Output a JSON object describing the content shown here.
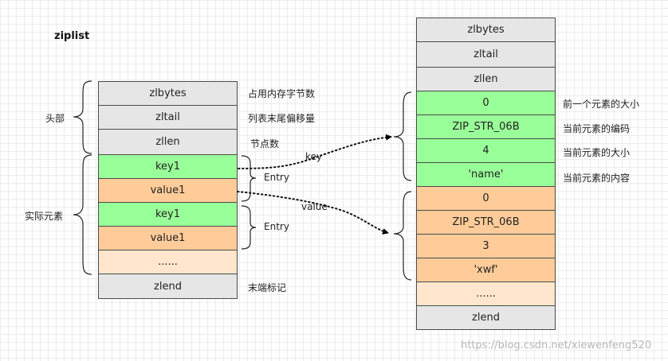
{
  "title": "ziplist",
  "left_block": {
    "cells": [
      "zlbytes",
      "zltail",
      "zllen",
      "key1",
      "value1",
      "key1",
      "value1",
      "......",
      "zlend"
    ],
    "notes": [
      "占用内存字节数",
      "列表末尾偏移量",
      "节点数",
      "末端标记"
    ],
    "group_labels": [
      "头部",
      "实际元素"
    ],
    "entry_labels": [
      "Entry",
      "Entry"
    ]
  },
  "right_block": {
    "cells": [
      "zlbytes",
      "zltail",
      "zllen",
      "0",
      "ZIP_STR_06B",
      "4",
      "'name'",
      "0",
      "ZIP_STR_06B",
      "3",
      "'xwf'",
      "......",
      "zlend"
    ],
    "notes": [
      "前一个元素的大小",
      "当前元素的编码",
      "当前元素的大小",
      "当前元素的内容"
    ]
  },
  "arrows": [
    "key",
    "value"
  ],
  "watermark": "https://blog.csdn.net/xiewenfeng520",
  "colors": {
    "header": "#e6e6e6",
    "key": "#99ff99",
    "value": "#ffcc99",
    "more": "#ffe6cc"
  }
}
